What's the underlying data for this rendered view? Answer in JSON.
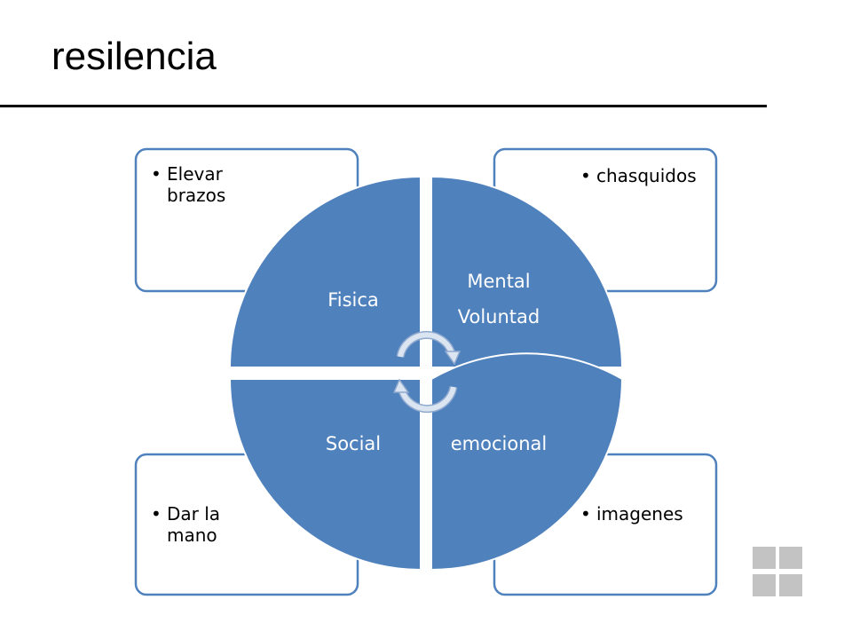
{
  "title": "resilencia",
  "colors": {
    "quadrant_fill": "#4f81bd",
    "box_border": "#4f81bd",
    "arrow_fill": "#dbe5f1"
  },
  "quadrants": {
    "top_left": {
      "label": "Fisica"
    },
    "top_right": {
      "label_line1": "Mental",
      "label_line2": "Voluntad"
    },
    "bottom_left": {
      "label": "Social"
    },
    "bottom_right": {
      "label": "emocional"
    }
  },
  "notes": {
    "top_left": {
      "line1": "Elevar",
      "line2": "brazos"
    },
    "top_right": {
      "line1": "chasquidos"
    },
    "bottom_left": {
      "line1": "Dar la",
      "line2": "mano"
    },
    "bottom_right": {
      "line1": "imagenes"
    }
  },
  "icons": [
    "cycle-arrows-icon",
    "layout-grid-icon"
  ]
}
